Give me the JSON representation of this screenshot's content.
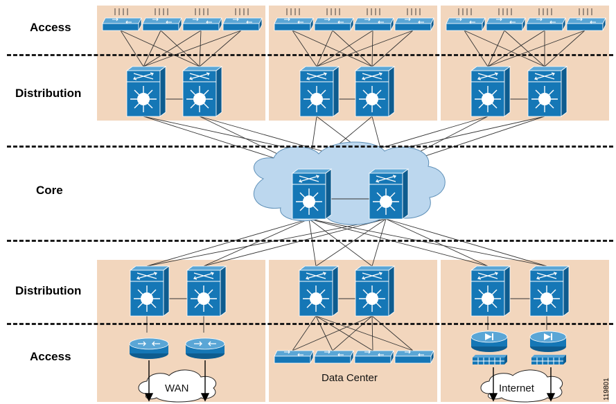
{
  "layers": {
    "access_top": "Access",
    "distribution_top": "Distribution",
    "core": "Core",
    "distribution_bottom": "Distribution",
    "access_bottom": "Access"
  },
  "clouds": {
    "wan": "WAN",
    "internet": "Internet"
  },
  "blocks": {
    "data_center": "Data Center"
  },
  "figure_id": "119801",
  "colors": {
    "block_bg": "#f2d6bd",
    "device_blue": "#1577b6",
    "device_light": "#5aa6d6",
    "cloud_fill": "#bcd7ee",
    "line": "#333333"
  },
  "icons": {
    "access_switch": "switch-icon",
    "multilayer_switch": "multilayer-switch-icon",
    "router": "router-icon",
    "firewall": "firewall-icon",
    "cloud": "cloud-icon"
  }
}
